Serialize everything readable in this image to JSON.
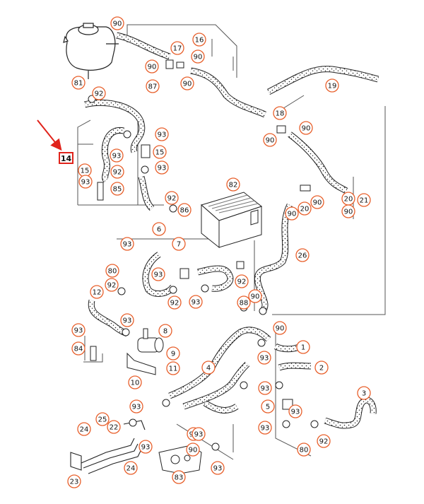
{
  "highlight": {
    "label": "14",
    "accent_color": "#e0231b"
  },
  "callout_color": "#e8602c",
  "callouts": [
    {
      "id": "c1",
      "label": "90"
    },
    {
      "id": "c2",
      "label": "16"
    },
    {
      "id": "c3",
      "label": "90"
    },
    {
      "id": "c4",
      "label": "17"
    },
    {
      "id": "c5",
      "label": "90"
    },
    {
      "id": "c6",
      "label": "90"
    },
    {
      "id": "c7",
      "label": "87"
    },
    {
      "id": "c8",
      "label": "81"
    },
    {
      "id": "c9",
      "label": "92"
    },
    {
      "id": "c10",
      "label": "19"
    },
    {
      "id": "c11",
      "label": "18"
    },
    {
      "id": "c12",
      "label": "90"
    },
    {
      "id": "c13",
      "label": "90"
    },
    {
      "id": "c14",
      "label": "93"
    },
    {
      "id": "c15",
      "label": "93"
    },
    {
      "id": "c16",
      "label": "15"
    },
    {
      "id": "c17",
      "label": "15"
    },
    {
      "id": "c18",
      "label": "92"
    },
    {
      "id": "c19",
      "label": "93"
    },
    {
      "id": "c20",
      "label": "93"
    },
    {
      "id": "c21",
      "label": "85"
    },
    {
      "id": "c22",
      "label": "82"
    },
    {
      "id": "c23",
      "label": "92"
    },
    {
      "id": "c24",
      "label": "86"
    },
    {
      "id": "c25",
      "label": "90"
    },
    {
      "id": "c26",
      "label": "20"
    },
    {
      "id": "c27",
      "label": "90"
    },
    {
      "id": "c28",
      "label": "20"
    },
    {
      "id": "c29",
      "label": "21"
    },
    {
      "id": "c30",
      "label": "90"
    },
    {
      "id": "c31",
      "label": "6"
    },
    {
      "id": "c32",
      "label": "93"
    },
    {
      "id": "c33",
      "label": "7"
    },
    {
      "id": "c34",
      "label": "26"
    },
    {
      "id": "c35",
      "label": "80"
    },
    {
      "id": "c36",
      "label": "93"
    },
    {
      "id": "c37",
      "label": "92"
    },
    {
      "id": "c38",
      "label": "12"
    },
    {
      "id": "c39",
      "label": "92"
    },
    {
      "id": "c40",
      "label": "92"
    },
    {
      "id": "c41",
      "label": "93"
    },
    {
      "id": "c42",
      "label": "90"
    },
    {
      "id": "c43",
      "label": "88"
    },
    {
      "id": "c44",
      "label": "93"
    },
    {
      "id": "c45",
      "label": "93"
    },
    {
      "id": "c46",
      "label": "8"
    },
    {
      "id": "c47",
      "label": "90"
    },
    {
      "id": "c48",
      "label": "84"
    },
    {
      "id": "c49",
      "label": "9"
    },
    {
      "id": "c50",
      "label": "1"
    },
    {
      "id": "c51",
      "label": "93"
    },
    {
      "id": "c52",
      "label": "11"
    },
    {
      "id": "c53",
      "label": "2"
    },
    {
      "id": "c54",
      "label": "10"
    },
    {
      "id": "c55",
      "label": "4"
    },
    {
      "id": "c56",
      "label": "93"
    },
    {
      "id": "c57",
      "label": "3"
    },
    {
      "id": "c58",
      "label": "5"
    },
    {
      "id": "c59",
      "label": "93"
    },
    {
      "id": "c60",
      "label": "93"
    },
    {
      "id": "c61",
      "label": "25"
    },
    {
      "id": "c62",
      "label": "22"
    },
    {
      "id": "c63",
      "label": "93"
    },
    {
      "id": "c64",
      "label": "24"
    },
    {
      "id": "c65",
      "label": "93"
    },
    {
      "id": "c66",
      "label": "92"
    },
    {
      "id": "c67",
      "label": "80"
    },
    {
      "id": "c68",
      "label": "93"
    },
    {
      "id": "c69",
      "label": "24"
    },
    {
      "id": "c70",
      "label": "93"
    },
    {
      "id": "c71",
      "label": "23"
    },
    {
      "id": "c72",
      "label": "83"
    },
    {
      "id": "c73",
      "label": "90"
    },
    {
      "id": "c74",
      "label": "93"
    }
  ]
}
